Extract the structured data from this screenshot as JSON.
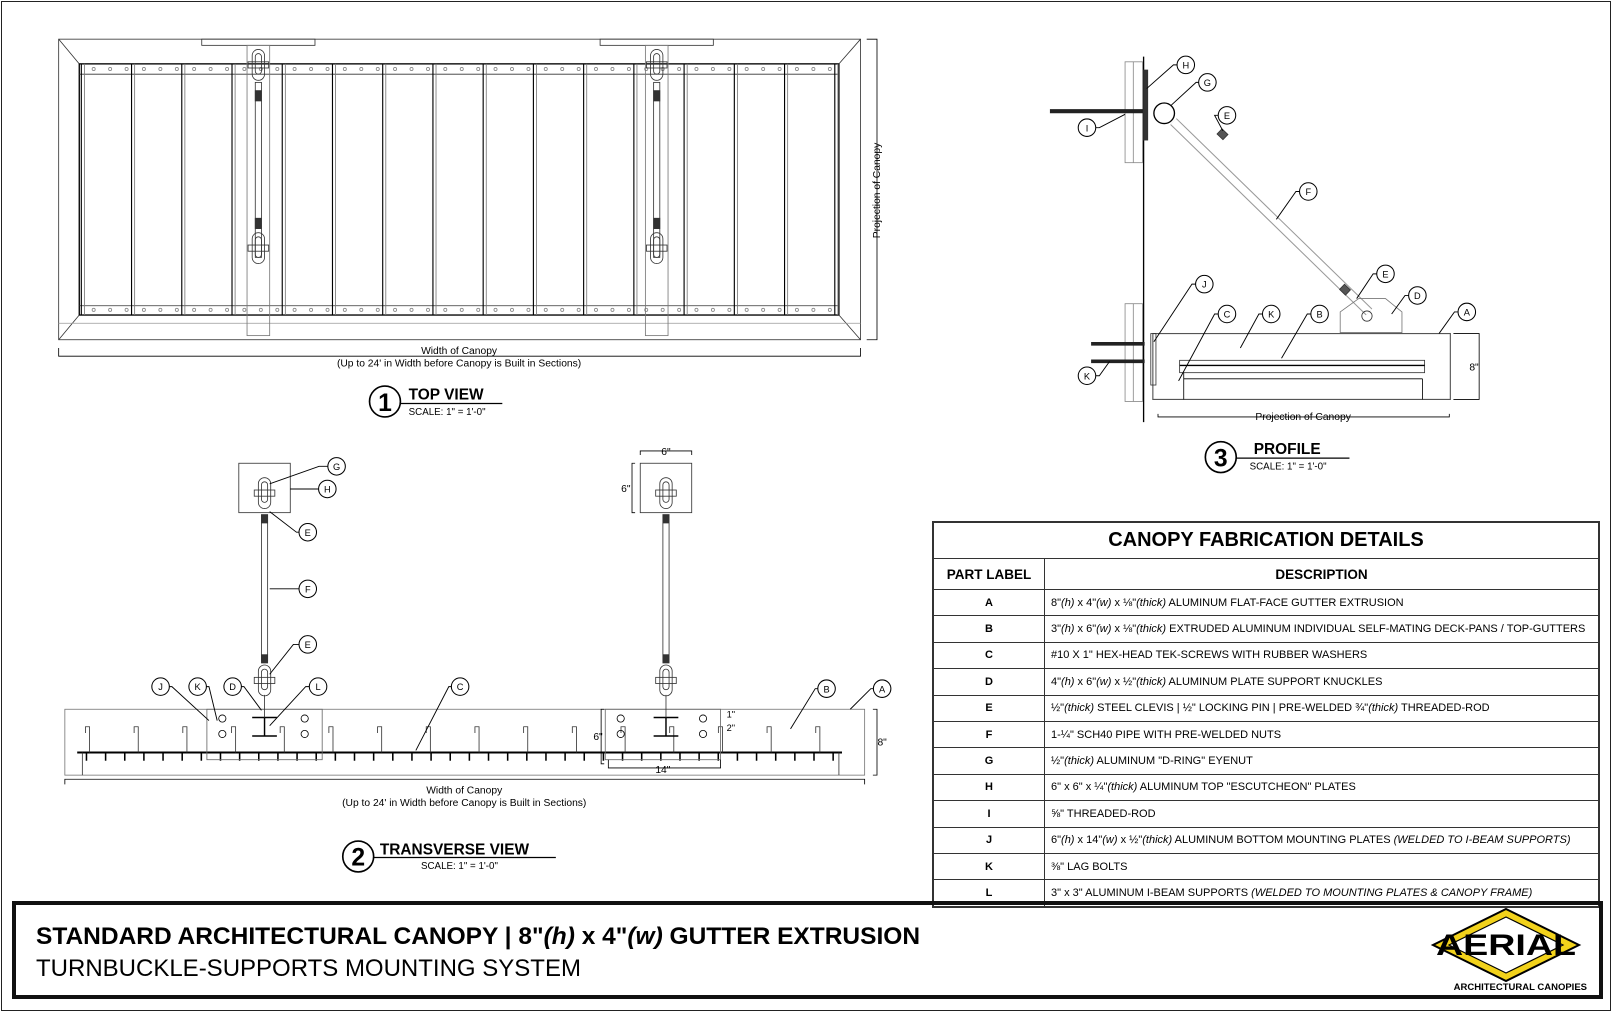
{
  "top_view": {
    "number": "1",
    "title": "TOP VIEW",
    "scale": "SCALE: 1\" = 1'-0\"",
    "width_label": "Width of Canopy",
    "width_note": "(Up to 24' in Width before Canopy is Built in Sections)",
    "projection_label": "Projection of Canopy"
  },
  "transverse_view": {
    "number": "2",
    "title": "TRANSVERSE VIEW",
    "scale": "SCALE: 1\" = 1'-0\"",
    "width_label": "Width of Canopy",
    "width_note": "(Up to 24' in Width before Canopy is Built in Sections)",
    "dims": {
      "plate_w": "6\"",
      "plate_h": "6\"",
      "height": "8\"",
      "mount_w": "14\"",
      "mount_h": "6\"",
      "off1": "1\"",
      "off2": "2\""
    },
    "callouts": [
      "G",
      "H",
      "E",
      "F",
      "E",
      "J",
      "K",
      "D",
      "L",
      "C",
      "B",
      "A"
    ]
  },
  "profile": {
    "number": "3",
    "title": "PROFILE",
    "scale": "SCALE: 1\" = 1'-0\"",
    "projection_label": "Projection of Canopy",
    "height_dim": "8\"",
    "callouts": [
      "H",
      "G",
      "E",
      "I",
      "F",
      "E",
      "D",
      "J",
      "C",
      "K",
      "B",
      "A",
      "K"
    ]
  },
  "table": {
    "title": "CANOPY FABRICATION DETAILS",
    "headers": [
      "PART LABEL",
      "DESCRIPTION"
    ],
    "rows": [
      {
        "label": "A",
        "desc": [
          {
            "t": "8\""
          },
          {
            "t": "(h)",
            "i": true
          },
          {
            "t": " x 4\""
          },
          {
            "t": "(w)",
            "i": true
          },
          {
            "t": " x ⅛\""
          },
          {
            "t": "(thick)",
            "i": true
          },
          {
            "t": " ALUMINUM FLAT-FACE GUTTER EXTRUSION"
          }
        ]
      },
      {
        "label": "B",
        "desc": [
          {
            "t": "3\""
          },
          {
            "t": "(h)",
            "i": true
          },
          {
            "t": " x 6\""
          },
          {
            "t": "(w)",
            "i": true
          },
          {
            "t": " x ⅛\""
          },
          {
            "t": "(thick)",
            "i": true
          },
          {
            "t": " EXTRUDED ALUMINUM INDIVIDUAL SELF-MATING DECK-PANS / TOP-GUTTERS"
          }
        ]
      },
      {
        "label": "C",
        "desc": [
          {
            "t": "#10 X 1\" HEX-HEAD TEK-SCREWS WITH RUBBER WASHERS"
          }
        ]
      },
      {
        "label": "D",
        "desc": [
          {
            "t": "4\""
          },
          {
            "t": "(h)",
            "i": true
          },
          {
            "t": " x 6\""
          },
          {
            "t": "(w)",
            "i": true
          },
          {
            "t": " x ½\""
          },
          {
            "t": "(thick)",
            "i": true
          },
          {
            "t": " ALUMINUM PLATE SUPPORT KNUCKLES"
          }
        ]
      },
      {
        "label": "E",
        "desc": [
          {
            "t": "½\""
          },
          {
            "t": "(thick)",
            "i": true
          },
          {
            "t": " STEEL CLEVIS | ½\" LOCKING PIN | PRE-WELDED ¾\""
          },
          {
            "t": "(thick)",
            "i": true
          },
          {
            "t": " THREADED-ROD"
          }
        ]
      },
      {
        "label": "F",
        "desc": [
          {
            "t": "1-¼\" SCH40 PIPE WITH PRE-WELDED NUTS"
          }
        ]
      },
      {
        "label": "G",
        "desc": [
          {
            "t": "½\""
          },
          {
            "t": "(thick)",
            "i": true
          },
          {
            "t": " ALUMINUM \"D-RING\" EYENUT"
          }
        ]
      },
      {
        "label": "H",
        "desc": [
          {
            "t": "6\" x 6\" x ¼\""
          },
          {
            "t": "(thick)",
            "i": true
          },
          {
            "t": " ALUMINUM TOP \"ESCUTCHEON\" PLATES"
          }
        ]
      },
      {
        "label": "I",
        "desc": [
          {
            "t": "⅝\" THREADED-ROD"
          }
        ]
      },
      {
        "label": "J",
        "desc": [
          {
            "t": "6\""
          },
          {
            "t": "(h)",
            "i": true
          },
          {
            "t": " x 14\""
          },
          {
            "t": "(w)",
            "i": true
          },
          {
            "t": " x ½\""
          },
          {
            "t": "(thick)",
            "i": true
          },
          {
            "t": " ALUMINUM BOTTOM MOUNTING PLATES "
          },
          {
            "t": "(WELDED TO I-BEAM SUPPORTS)",
            "i": true
          }
        ]
      },
      {
        "label": "K",
        "desc": [
          {
            "t": "⅜\" LAG BOLTS"
          }
        ]
      },
      {
        "label": "L",
        "desc": [
          {
            "t": "3\" x 3\" ALUMINUM I-BEAM SUPPORTS "
          },
          {
            "t": "(WELDED TO MOUNTING PLATES & CANOPY FRAME)",
            "i": true
          }
        ]
      }
    ]
  },
  "title_block": {
    "title_parts": [
      {
        "t": "STANDARD ARCHITECTURAL CANOPY | 8\""
      },
      {
        "t": "(h)",
        "i": true
      },
      {
        "t": " x 4\""
      },
      {
        "t": "(w)",
        "i": true
      },
      {
        "t": " GUTTER EXTRUSION"
      }
    ],
    "subtitle": "TURNBUCKLE-SUPPORTS MOUNTING SYSTEM",
    "logo_text": "AERIAL",
    "logo_subtext": "ARCHITECTURAL CANOPIES",
    "logo_color": "#f2d21b"
  }
}
